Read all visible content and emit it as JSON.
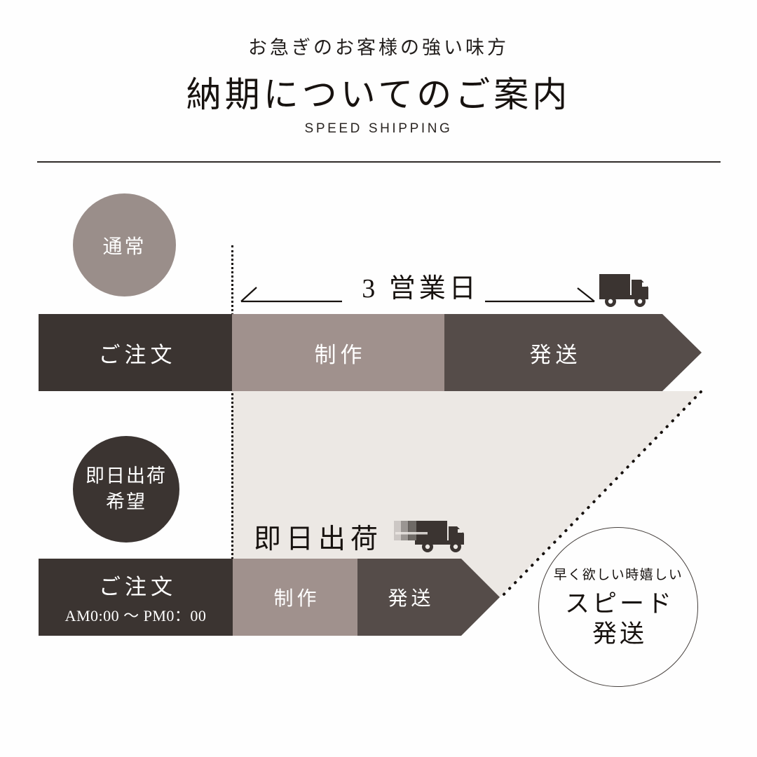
{
  "header": {
    "sub": "お急ぎのお客様の強い味方",
    "title": "納期についてのご案内",
    "english": "SPEED SHIPPING"
  },
  "colors": {
    "dark": "#3b3431",
    "mid": "#554c49",
    "light": "#a0918d",
    "circle_normal": "#9a8e8a",
    "circle_same": "#3b3431",
    "beige": "#ece8e4",
    "ink": "#17120f",
    "rule": "#2f2b28"
  },
  "flows": [
    {
      "badge_label": "通常",
      "measure_label": "3 営業日",
      "measure_icon": "truck-icon",
      "steps": [
        {
          "label": "ご注文",
          "sub": ""
        },
        {
          "label": "制作",
          "sub": ""
        },
        {
          "label": "発送",
          "sub": ""
        }
      ]
    },
    {
      "badge_label_line1": "即日出荷",
      "badge_label_line2": "希望",
      "measure_label": "即日出荷",
      "measure_icon": "truck-speed-icon",
      "steps": [
        {
          "label": "ご注文",
          "sub": "AM0:00 〜 PM0：00"
        },
        {
          "label": "制作",
          "sub": ""
        },
        {
          "label": "発送",
          "sub": ""
        }
      ]
    }
  ],
  "badge": {
    "top": "早く欲しい時嬉しい",
    "line1": "スピード",
    "line2": "発送"
  }
}
